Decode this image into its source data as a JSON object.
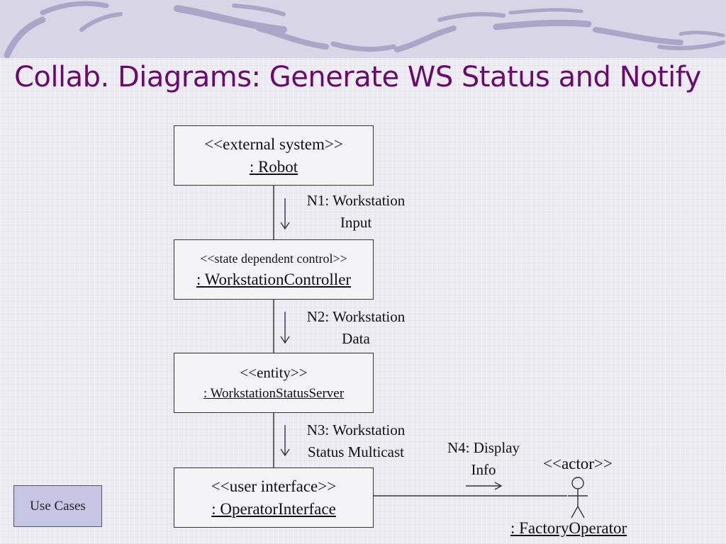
{
  "slide": {
    "title": "Collab. Diagrams: Generate WS Status and Notify"
  },
  "diagram": {
    "objects": [
      {
        "stereotype": "<<external system>>",
        "name": ": Robot"
      },
      {
        "stereotype": "<<state dependent control>>",
        "name": ": WorkstationController"
      },
      {
        "stereotype": "<<entity>>",
        "name": ": WorkstationStatusServer"
      },
      {
        "stereotype": "<<user interface>>",
        "name": ": OperatorInterface"
      }
    ],
    "messages": [
      {
        "line1": "N1: Workstation",
        "line2": "Input"
      },
      {
        "line1": "N2: Workstation",
        "line2": "Data"
      },
      {
        "line1": "N3: Workstation",
        "line2": "Status Multicast"
      },
      {
        "line1": "N4: Display",
        "line2": "Info"
      }
    ],
    "actor": {
      "stereotype": "<<actor>>",
      "name": ": FactoryOperator"
    }
  },
  "nav": {
    "use_cases_label": "Use Cases"
  },
  "colors": {
    "title": "#6a0a6e",
    "banner": "#d8d6e6",
    "button": "#c6c5e4"
  },
  "icons": [
    "stick-figure-actor-icon",
    "arrow-down-icon",
    "arrow-right-icon"
  ]
}
